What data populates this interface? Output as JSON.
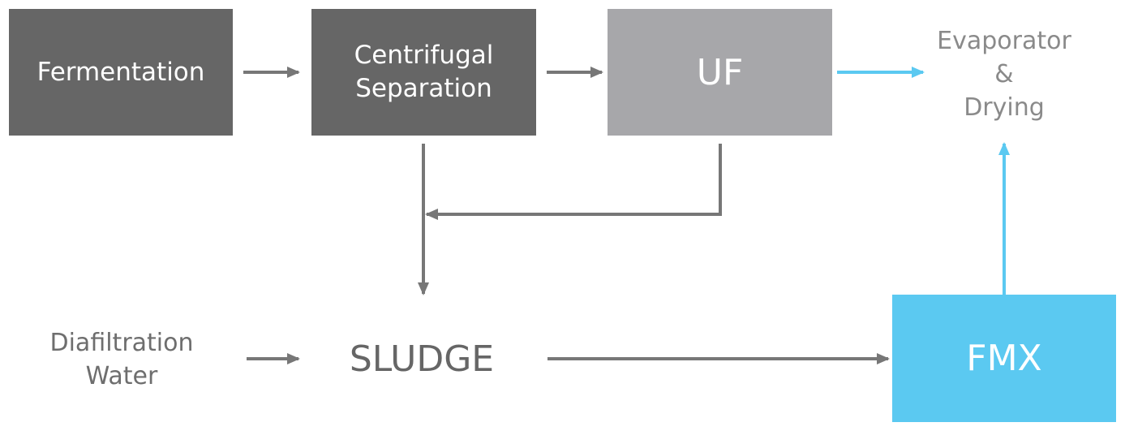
{
  "nodes": {
    "fermentation": {
      "label": "Fermentation"
    },
    "centrifugal": {
      "line1": "Centrifugal",
      "line2": "Separation"
    },
    "uf": {
      "label": "UF"
    },
    "evaporator": {
      "line1": "Evaporator",
      "line2": "&",
      "line3": "Drying"
    },
    "diafiltration": {
      "line1": "Diafiltration",
      "line2": "Water"
    },
    "sludge": {
      "label": "SLUDGE"
    },
    "fmx": {
      "label": "FMX"
    }
  },
  "colors": {
    "dark_box": "#666666",
    "light_box": "#a7a7aa",
    "accent_blue": "#5bc9f1",
    "gray_arrow": "#777777",
    "blue_arrow": "#5bc9f1"
  },
  "edges": [
    {
      "from": "Fermentation",
      "to": "Centrifugal Separation",
      "color": "gray"
    },
    {
      "from": "Centrifugal Separation",
      "to": "UF",
      "color": "gray"
    },
    {
      "from": "UF",
      "to": "Evaporator & Drying",
      "color": "blue"
    },
    {
      "from": "Centrifugal Separation",
      "to": "SLUDGE",
      "color": "gray"
    },
    {
      "from": "UF",
      "to": "SLUDGE",
      "color": "gray"
    },
    {
      "from": "Diafiltration Water",
      "to": "SLUDGE",
      "color": "gray"
    },
    {
      "from": "SLUDGE",
      "to": "FMX",
      "color": "gray"
    },
    {
      "from": "FMX",
      "to": "Evaporator & Drying",
      "color": "blue"
    }
  ]
}
